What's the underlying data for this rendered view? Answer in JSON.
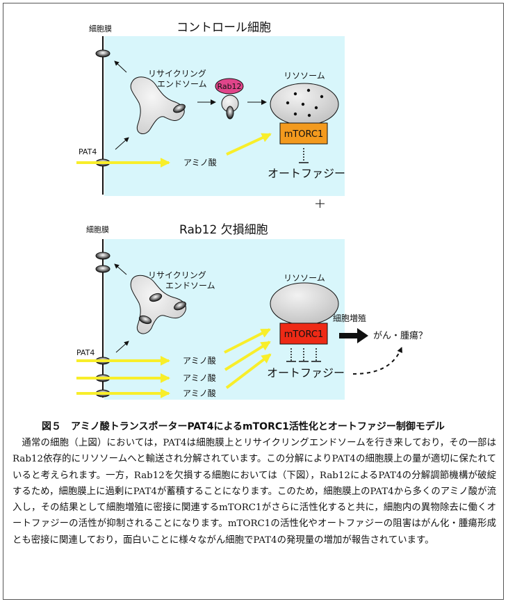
{
  "top_panel": {
    "title": "コントロール細胞",
    "membrane_label": "細胞膜",
    "recycling_label_1": "リサイクリング",
    "recycling_label_2": "エンドソーム",
    "rab12_label": "Rab12",
    "lysosome_label": "リソソーム",
    "mtorc1_label": "mTORC1",
    "pat4_label": "PAT4",
    "amino_acid_label": "アミノ酸",
    "autophagy_label": "オートファジー"
  },
  "bottom_panel": {
    "title": "Rab12 欠損細胞",
    "membrane_label": "細胞膜",
    "recycling_label_1": "リサイクリング",
    "recycling_label_2": "エンドソーム",
    "lysosome_label": "リソソーム",
    "mtorc1_label": "mTORC1",
    "pat4_label": "PAT4",
    "amino_acid_labels": [
      "アミノ酸",
      "アミノ酸",
      "アミノ酸"
    ],
    "autophagy_label": "オートファジー",
    "proliferation_label": "細胞増殖",
    "cancer_label": "がん・腫瘍？"
  },
  "colors": {
    "cytoplasm": "#d8f6fb",
    "mtorc1_control": "#f39a1e",
    "mtorc1_knockout": "#ee2a16",
    "amino_arrow": "#f8ee2a",
    "rab12": "#e0458a"
  },
  "caption": {
    "title": "図５　アミノ酸トランスポーターPAT4によるmTORC1活性化とオートファジー制御モデル",
    "body": "通常の細胞（上図）においては，PAT4は細胞膜上とリサイクリングエンドソームを行き来しており，その一部はRab12依存的にリソソームへと輸送され分解されています。この分解によりPAT4の細胞膜上の量が適切に保たれていると考えられます。一方，Rab12を欠損する細胞においては（下図），Rab12によるPAT4の分解調節機構が破綻するため，細胞膜上に過剰にPAT4が蓄積することになります。このため，細胞膜上のPAT4から多くのアミノ酸が流入し，その結果として細胞増殖に密接に関連するmTORC1がさらに活性化すると共に，細胞内の異物除去に働くオートファジーの活性が抑制されることになります。mTORC1の活性化やオートファジーの阻害はがん化・腫瘍形成とも密接に関連しており，面白いことに様々ながん細胞でPAT4の発現量の増加が報告されています。"
  }
}
